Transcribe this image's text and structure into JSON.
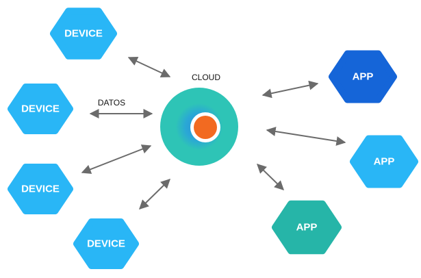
{
  "cloud": {
    "label": "CLOUD",
    "ring_color": "#2ec4b6",
    "core_color": "#f26a21"
  },
  "link_label": "DATOS",
  "nodes": [
    {
      "label": "DEVICE",
      "color": "#29b6f6"
    },
    {
      "label": "DEVICE",
      "color": "#29b6f6"
    },
    {
      "label": "DEVICE",
      "color": "#29b6f6"
    },
    {
      "label": "DEVICE",
      "color": "#29b6f6"
    },
    {
      "label": "APP",
      "color": "#1565d8"
    },
    {
      "label": "APP",
      "color": "#29b6f6"
    },
    {
      "label": "APP",
      "color": "#26b5a8"
    }
  ],
  "arrow_color": "#6b6b6b"
}
